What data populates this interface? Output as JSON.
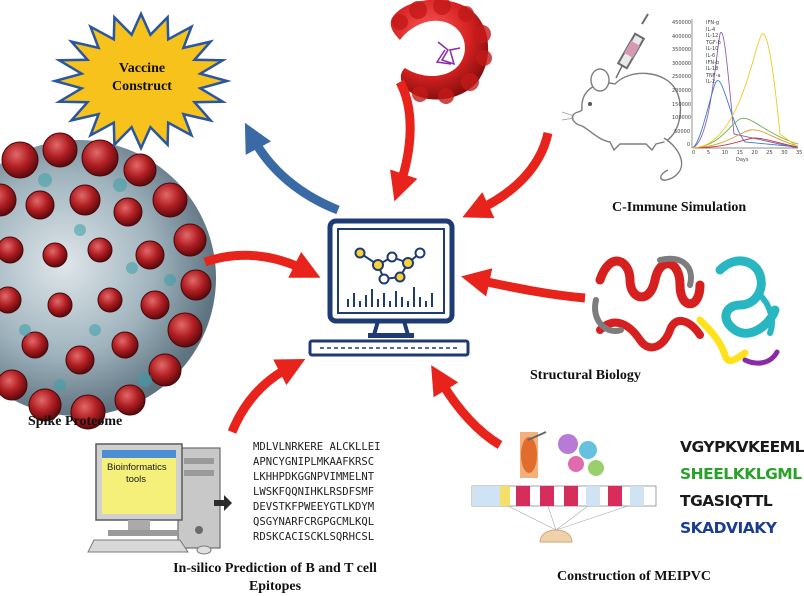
{
  "labels": {
    "vaccine_line1": "Vaccine",
    "vaccine_line2": "Construct",
    "spike": "Spike Proteome",
    "immune": "C-Immune Simulation",
    "structural": "Structural Biology",
    "prediction_line1": "In-silico Prediction of B and T cell",
    "prediction_line2": "Epitopes",
    "construction": "Construction of MEIPVC",
    "bio_tools_line1": "Bioinformatics",
    "bio_tools_line2": "tools"
  },
  "sequence": [
    "MDLVLNRKERE ALCKLLEI",
    "APNCYGNIPLMKAAFKRSC",
    "LKHHPDKGGNPVIMMELNT",
    "LWSKFQQNIHKLRSDFSMF",
    "DEVSTKFPWEEYGTLKDYM",
    "QSGYNARFCRGPGCMLKQL",
    "RDSKCACISCKLSQRHCSL"
  ],
  "peptides": [
    {
      "text": "VGYPKVKEEML",
      "color": "#1a1a1a"
    },
    {
      "text": "SHEELKKLGML",
      "color": "#2aa12a"
    },
    {
      "text": "TGASIQTTL",
      "color": "#1a1a1a"
    },
    {
      "text": "SKADVIAKY",
      "color": "#1a3d8f"
    }
  ],
  "chart_legend": [
    "IFN-g",
    "IL-4",
    "IL-12",
    "TGF-b",
    "IL-10",
    "IL-6",
    "IFN-b",
    "IL-18",
    "TNF-a",
    "IL-2"
  ],
  "chart_y_ticks": [
    "450000",
    "400000",
    "350000",
    "300000",
    "250000",
    "200000",
    "150000",
    "100000",
    "50000",
    "0"
  ],
  "chart_x_ticks": [
    "0",
    "5",
    "10",
    "15",
    "20",
    "25",
    "30",
    "35"
  ],
  "chart_x_label": "Days",
  "colors": {
    "arrow_red": "#e8231c",
    "arrow_blue": "#3a6aa5",
    "star_fill": "#f7c21b",
    "star_outline": "#2a56a0",
    "monitor_blue": "#1f3b73"
  }
}
